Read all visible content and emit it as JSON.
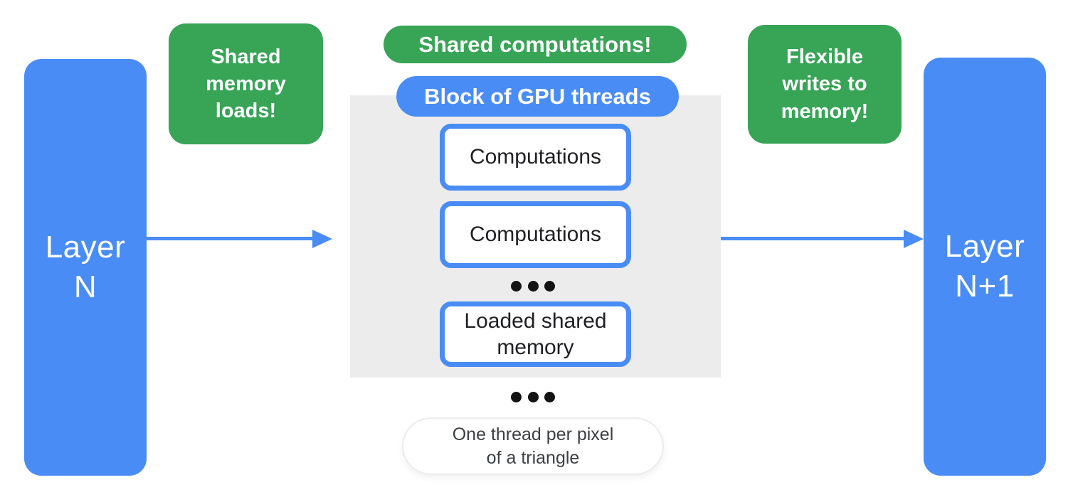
{
  "diagram": {
    "layer_n": {
      "label": "Layer\nN"
    },
    "layer_n_plus_1": {
      "label": "Layer\nN+1"
    },
    "annotations": {
      "shared_memory_loads": "Shared\nmemory\nloads!",
      "shared_computations": "Shared computations!",
      "flexible_writes": "Flexible\nwrites to\nmemory!"
    },
    "gpu_block": {
      "title": "Block of GPU threads",
      "items": [
        {
          "label": "Computations"
        },
        {
          "label": "Computations"
        },
        {
          "label": "Loaded shared\nmemory"
        }
      ]
    },
    "caption": "One thread per pixel\nof a triangle",
    "colors": {
      "blue": "#4A8CF5",
      "green": "#37A456",
      "block_gray": "#ECECEC",
      "text_dark": "#202124",
      "caption_text": "#3C4043"
    }
  }
}
